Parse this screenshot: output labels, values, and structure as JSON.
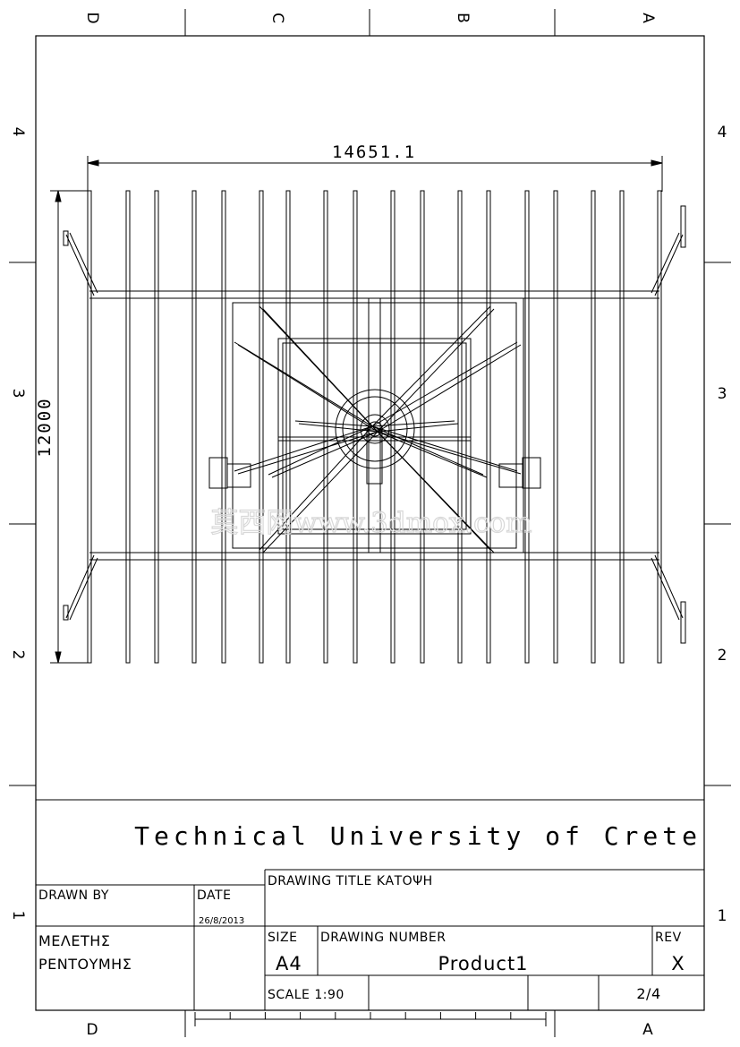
{
  "sheet": {
    "zones_columns": [
      "D",
      "C",
      "B",
      "A"
    ],
    "zones_rows": [
      "4",
      "3",
      "2",
      "1"
    ],
    "bottom_zone_left": "D",
    "bottom_zone_right": "A"
  },
  "drawing": {
    "dimension_width": "14651.1",
    "dimension_height": "12000"
  },
  "watermark": "莫西网www.3dmox.com",
  "title_block": {
    "organization": "Technical University of Crete",
    "drawing_title": "DRAWING TITLE ΚΑΤΟΨΗ",
    "drawn_by_label": "DRAWN BY",
    "drawn_by_line1": "ΜΕΛΕΤΗΣ",
    "drawn_by_line2": "ΡΕΝΤΟΥΜΗΣ",
    "date_label": "DATE",
    "date_value": "26/8/2013",
    "size_label": "SIZE",
    "size_value": "A4",
    "drawing_number_label": "DRAWING NUMBER",
    "drawing_number_value": "Product1",
    "rev_label": "REV",
    "rev_value": "X",
    "scale": "SCALE 1:90",
    "sheet_number": "2/4"
  }
}
